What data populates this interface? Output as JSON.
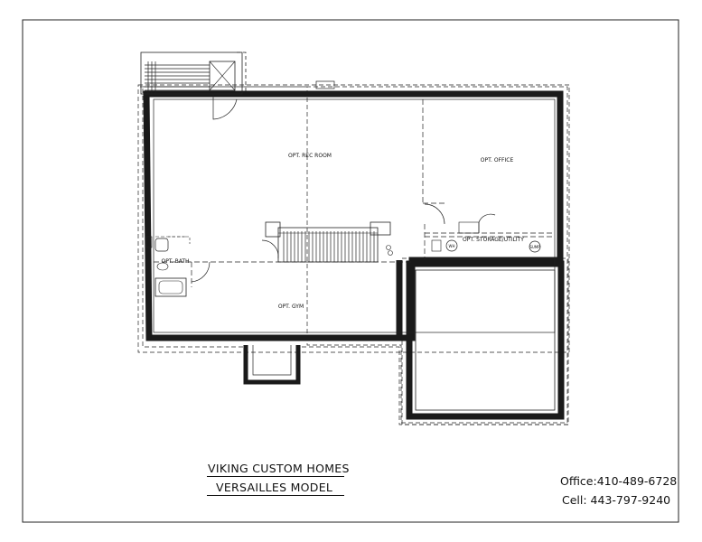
{
  "plan": {
    "rooms": {
      "rec_room": "OPT. REC ROOM",
      "office": "OPT. OFFICE",
      "storage": "OPT. STORAGE/UTILITY",
      "bath": "OPT. BATH",
      "gym": "OPT. GYM"
    },
    "fixtures": {
      "water_heater": "WH",
      "sump": "SUMP"
    }
  },
  "title_block": {
    "company": "VIKING CUSTOM HOMES",
    "model": "VERSAILLES MODEL",
    "office_phone": "Office:410-489-6728",
    "cell_phone": "Cell: 443-797-9240"
  },
  "colors": {
    "wall": "#1a1a1a",
    "line": "#222222"
  }
}
